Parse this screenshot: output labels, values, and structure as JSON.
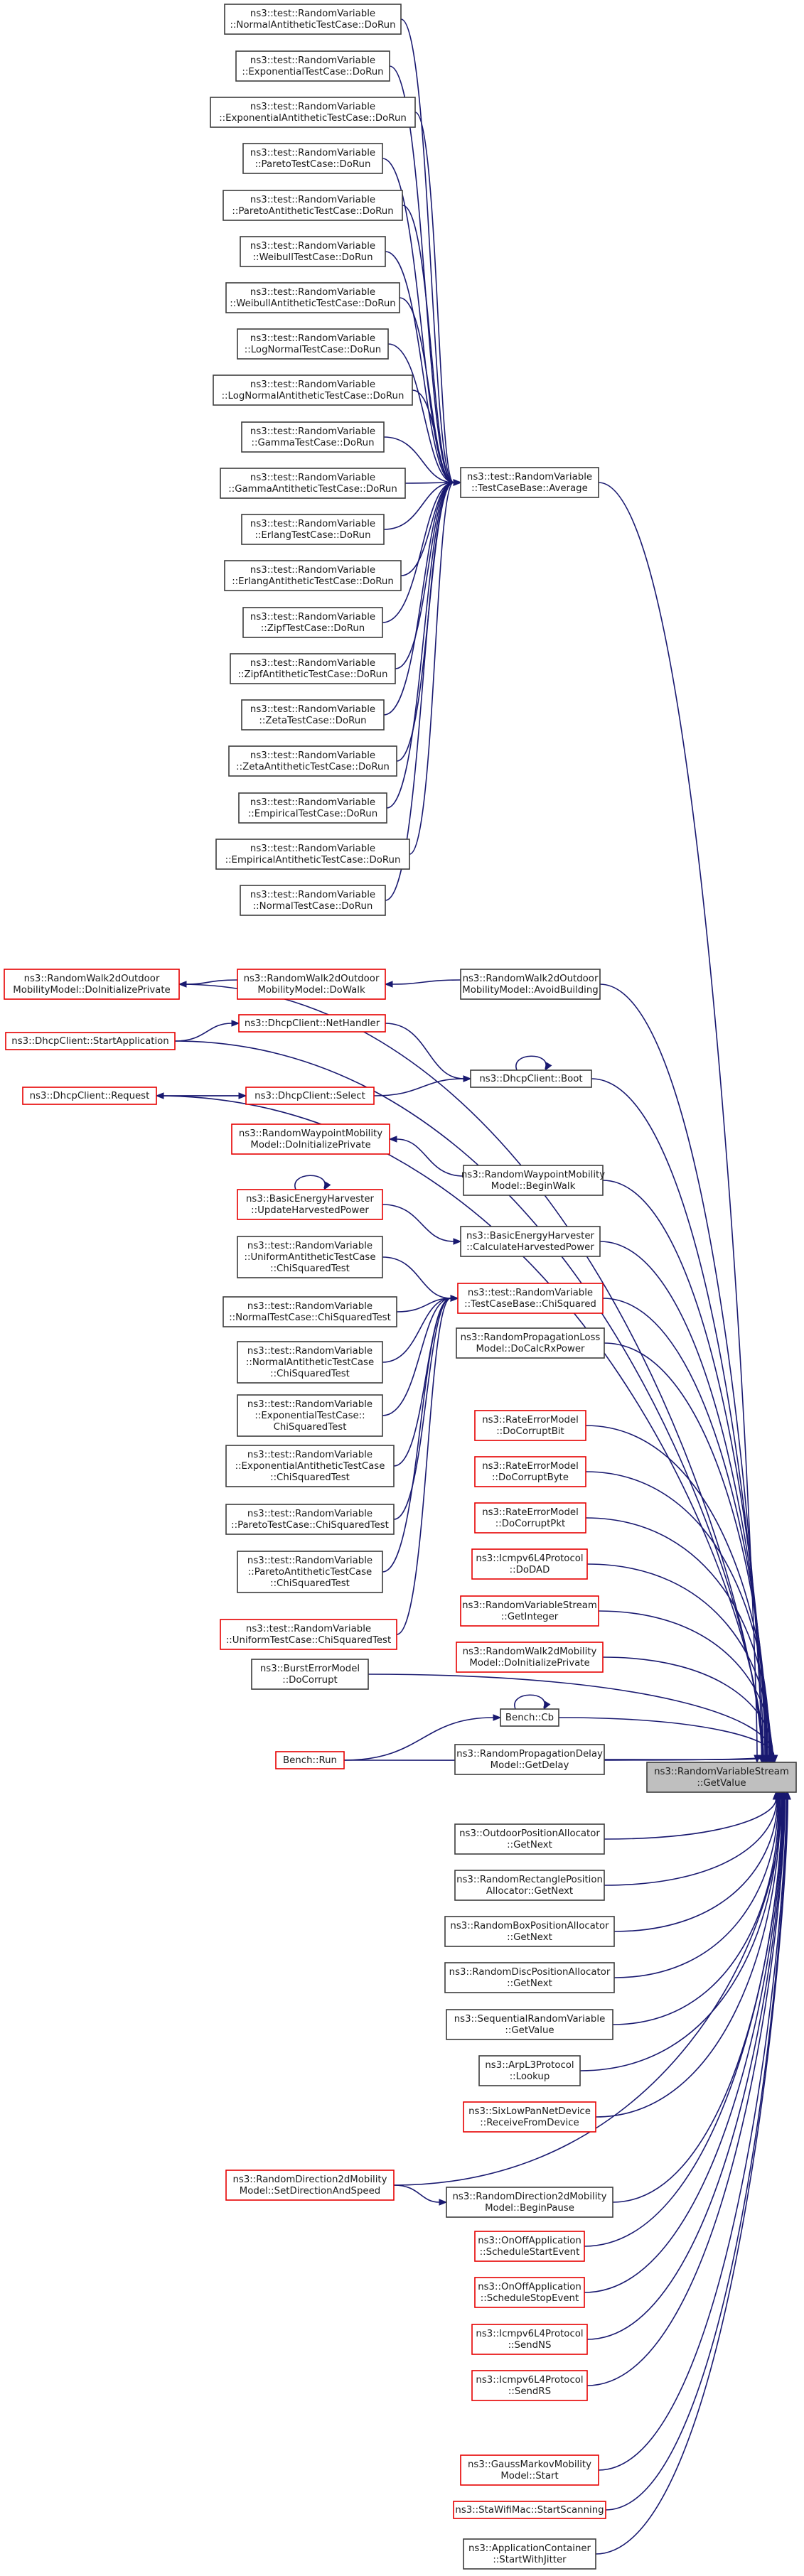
{
  "target": {
    "id": "target",
    "lines": [
      "ns3::RandomVariableStream",
      "::GetValue"
    ],
    "color": "gray"
  },
  "nodes": [
    {
      "id": "n1",
      "lines": [
        "ns3::test::RandomVariable",
        "::NormalAntitheticTestCase::DoRun"
      ],
      "color": "black"
    },
    {
      "id": "n2",
      "lines": [
        "ns3::test::RandomVariable",
        "::ExponentialTestCase::DoRun"
      ],
      "color": "black"
    },
    {
      "id": "n3",
      "lines": [
        "ns3::test::RandomVariable",
        "::ExponentialAntitheticTestCase::DoRun"
      ],
      "color": "black"
    },
    {
      "id": "n4",
      "lines": [
        "ns3::test::RandomVariable",
        "::ParetoTestCase::DoRun"
      ],
      "color": "black"
    },
    {
      "id": "n5",
      "lines": [
        "ns3::test::RandomVariable",
        "::ParetoAntitheticTestCase::DoRun"
      ],
      "color": "black"
    },
    {
      "id": "n6",
      "lines": [
        "ns3::test::RandomVariable",
        "::WeibullTestCase::DoRun"
      ],
      "color": "black"
    },
    {
      "id": "n7",
      "lines": [
        "ns3::test::RandomVariable",
        "::WeibullAntitheticTestCase::DoRun"
      ],
      "color": "black"
    },
    {
      "id": "n8",
      "lines": [
        "ns3::test::RandomVariable",
        "::LogNormalTestCase::DoRun"
      ],
      "color": "black"
    },
    {
      "id": "n9",
      "lines": [
        "ns3::test::RandomVariable",
        "::LogNormalAntitheticTestCase::DoRun"
      ],
      "color": "black"
    },
    {
      "id": "n10",
      "lines": [
        "ns3::test::RandomVariable",
        "::GammaTestCase::DoRun"
      ],
      "color": "black"
    },
    {
      "id": "n11",
      "lines": [
        "ns3::test::RandomVariable",
        "::GammaAntitheticTestCase::DoRun"
      ],
      "color": "black"
    },
    {
      "id": "n12",
      "lines": [
        "ns3::test::RandomVariable",
        "::ErlangTestCase::DoRun"
      ],
      "color": "black"
    },
    {
      "id": "n13",
      "lines": [
        "ns3::test::RandomVariable",
        "::ErlangAntitheticTestCase::DoRun"
      ],
      "color": "black"
    },
    {
      "id": "n14",
      "lines": [
        "ns3::test::RandomVariable",
        "::ZipfTestCase::DoRun"
      ],
      "color": "black"
    },
    {
      "id": "n15",
      "lines": [
        "ns3::test::RandomVariable",
        "::ZipfAntitheticTestCase::DoRun"
      ],
      "color": "black"
    },
    {
      "id": "n16",
      "lines": [
        "ns3::test::RandomVariable",
        "::ZetaTestCase::DoRun"
      ],
      "color": "black"
    },
    {
      "id": "n17",
      "lines": [
        "ns3::test::RandomVariable",
        "::ZetaAntitheticTestCase::DoRun"
      ],
      "color": "black"
    },
    {
      "id": "n18",
      "lines": [
        "ns3::test::RandomVariable",
        "::EmpiricalTestCase::DoRun"
      ],
      "color": "black"
    },
    {
      "id": "n19",
      "lines": [
        "ns3::test::RandomVariable",
        "::EmpiricalAntitheticTestCase::DoRun"
      ],
      "color": "black"
    },
    {
      "id": "n20",
      "lines": [
        "ns3::test::RandomVariable",
        "::NormalTestCase::DoRun"
      ],
      "color": "black"
    },
    {
      "id": "avg",
      "lines": [
        "ns3::test::RandomVariable",
        "::TestCaseBase::Average"
      ],
      "color": "black"
    },
    {
      "id": "rwinit",
      "lines": [
        "ns3::RandomWalk2dOutdoor",
        "MobilityModel::DoInitializePrivate"
      ],
      "color": "red"
    },
    {
      "id": "rwdowalk",
      "lines": [
        "ns3::RandomWalk2dOutdoor",
        "MobilityModel::DoWalk"
      ],
      "color": "red"
    },
    {
      "id": "rwavoid",
      "lines": [
        "ns3::RandomWalk2dOutdoor",
        "MobilityModel::AvoidBuilding"
      ],
      "color": "black"
    },
    {
      "id": "dhcpstart",
      "lines": [
        "ns3::DhcpClient::StartApplication"
      ],
      "color": "red"
    },
    {
      "id": "dhcpnet",
      "lines": [
        "ns3::DhcpClient::NetHandler"
      ],
      "color": "red"
    },
    {
      "id": "dhcpboot",
      "lines": [
        "ns3::DhcpClient::Boot"
      ],
      "color": "black"
    },
    {
      "id": "dhcpreq",
      "lines": [
        "ns3::DhcpClient::Request"
      ],
      "color": "red"
    },
    {
      "id": "dhcpsel",
      "lines": [
        "ns3::DhcpClient::Select"
      ],
      "color": "red"
    },
    {
      "id": "rwpinit",
      "lines": [
        "ns3::RandomWaypointMobility",
        "Model::DoInitializePrivate"
      ],
      "color": "red"
    },
    {
      "id": "rwpbegin",
      "lines": [
        "ns3::RandomWaypointMobility",
        "Model::BeginWalk"
      ],
      "color": "black"
    },
    {
      "id": "behupd",
      "lines": [
        "ns3::BasicEnergyHarvester",
        "::UpdateHarvestedPower"
      ],
      "color": "red"
    },
    {
      "id": "behcalc",
      "lines": [
        "ns3::BasicEnergyHarvester",
        "::CalculateHarvestedPower"
      ],
      "color": "black"
    },
    {
      "id": "uachi",
      "lines": [
        "ns3::test::RandomVariable",
        "::UniformAntitheticTestCase",
        "::ChiSquaredTest"
      ],
      "color": "black"
    },
    {
      "id": "nchi",
      "lines": [
        "ns3::test::RandomVariable",
        "::NormalTestCase::ChiSquaredTest"
      ],
      "color": "black"
    },
    {
      "id": "nachi",
      "lines": [
        "ns3::test::RandomVariable",
        "::NormalAntitheticTestCase",
        "::ChiSquaredTest"
      ],
      "color": "black"
    },
    {
      "id": "echi",
      "lines": [
        "ns3::test::RandomVariable",
        "::ExponentialTestCase::",
        "ChiSquaredTest"
      ],
      "color": "black"
    },
    {
      "id": "eachi",
      "lines": [
        "ns3::test::RandomVariable",
        "::ExponentialAntitheticTestCase",
        "::ChiSquaredTest"
      ],
      "color": "black"
    },
    {
      "id": "pchi",
      "lines": [
        "ns3::test::RandomVariable",
        "::ParetoTestCase::ChiSquaredTest"
      ],
      "color": "black"
    },
    {
      "id": "pachi",
      "lines": [
        "ns3::test::RandomVariable",
        "::ParetoAntitheticTestCase",
        "::ChiSquaredTest"
      ],
      "color": "black"
    },
    {
      "id": "uchi",
      "lines": [
        "ns3::test::RandomVariable",
        "::UniformTestCase::ChiSquaredTest"
      ],
      "color": "red"
    },
    {
      "id": "burst",
      "lines": [
        "ns3::BurstErrorModel",
        "::DoCorrupt"
      ],
      "color": "black"
    },
    {
      "id": "chisq",
      "lines": [
        "ns3::test::RandomVariable",
        "::TestCaseBase::ChiSquared"
      ],
      "color": "red"
    },
    {
      "id": "rploss",
      "lines": [
        "ns3::RandomPropagationLoss",
        "Model::DoCalcRxPower"
      ],
      "color": "black"
    },
    {
      "id": "rembit",
      "lines": [
        "ns3::RateErrorModel",
        "::DoCorruptBit"
      ],
      "color": "red"
    },
    {
      "id": "rembyte",
      "lines": [
        "ns3::RateErrorModel",
        "::DoCorruptByte"
      ],
      "color": "red"
    },
    {
      "id": "rempkt",
      "lines": [
        "ns3::RateErrorModel",
        "::DoCorruptPkt"
      ],
      "color": "red"
    },
    {
      "id": "icdad",
      "lines": [
        "ns3::Icmpv6L4Protocol",
        "::DoDAD"
      ],
      "color": "red"
    },
    {
      "id": "rvsint",
      "lines": [
        "ns3::RandomVariableStream",
        "::GetInteger"
      ],
      "color": "red"
    },
    {
      "id": "rw2dinit",
      "lines": [
        "ns3::RandomWalk2dMobility",
        "Model::DoInitializePrivate"
      ],
      "color": "red"
    },
    {
      "id": "benchcb",
      "lines": [
        "Bench::Cb"
      ],
      "color": "black"
    },
    {
      "id": "benchrun",
      "lines": [
        "Bench::Run"
      ],
      "color": "red"
    },
    {
      "id": "rpdelay",
      "lines": [
        "ns3::RandomPropagationDelay",
        "Model::GetDelay"
      ],
      "color": "black"
    },
    {
      "id": "outpos",
      "lines": [
        "ns3::OutdoorPositionAllocator",
        "::GetNext"
      ],
      "color": "black"
    },
    {
      "id": "rectpos",
      "lines": [
        "ns3::RandomRectanglePosition",
        "Allocator::GetNext"
      ],
      "color": "black"
    },
    {
      "id": "boxpos",
      "lines": [
        "ns3::RandomBoxPositionAllocator",
        "::GetNext"
      ],
      "color": "black"
    },
    {
      "id": "discpos",
      "lines": [
        "ns3::RandomDiscPositionAllocator",
        "::GetNext"
      ],
      "color": "black"
    },
    {
      "id": "seqrv",
      "lines": [
        "ns3::SequentialRandomVariable",
        "::GetValue"
      ],
      "color": "black"
    },
    {
      "id": "arp",
      "lines": [
        "ns3::ArpL3Protocol",
        "::Lookup"
      ],
      "color": "black"
    },
    {
      "id": "sixlow",
      "lines": [
        "ns3::SixLowPanNetDevice",
        "::ReceiveFromDevice"
      ],
      "color": "red"
    },
    {
      "id": "rdsetdir",
      "lines": [
        "ns3::RandomDirection2dMobility",
        "Model::SetDirectionAndSpeed"
      ],
      "color": "red"
    },
    {
      "id": "rdbegin",
      "lines": [
        "ns3::RandomDirection2dMobility",
        "Model::BeginPause"
      ],
      "color": "black"
    },
    {
      "id": "oostart",
      "lines": [
        "ns3::OnOffApplication",
        "::ScheduleStartEvent"
      ],
      "color": "red"
    },
    {
      "id": "oostop",
      "lines": [
        "ns3::OnOffApplication",
        "::ScheduleStopEvent"
      ],
      "color": "red"
    },
    {
      "id": "icns",
      "lines": [
        "ns3::Icmpv6L4Protocol",
        "::SendNS"
      ],
      "color": "red"
    },
    {
      "id": "icrs",
      "lines": [
        "ns3::Icmpv6L4Protocol",
        "::SendRS"
      ],
      "color": "red"
    },
    {
      "id": "gmstart",
      "lines": [
        "ns3::GaussMarkovMobility",
        "Model::Start"
      ],
      "color": "red"
    },
    {
      "id": "stawifi",
      "lines": [
        "ns3::StaWifiMac::StartScanning"
      ],
      "color": "red"
    },
    {
      "id": "appcont",
      "lines": [
        "ns3::ApplicationContainer",
        "::StartWithJitter"
      ],
      "color": "black"
    }
  ],
  "edges": [
    [
      "avg",
      "target"
    ],
    [
      "rwavoid",
      "target"
    ],
    [
      "rwinit",
      "target"
    ],
    [
      "dhcpboot",
      "target"
    ],
    [
      "dhcpstart",
      "target"
    ],
    [
      "dhcpreq",
      "target"
    ],
    [
      "rwpbegin",
      "target"
    ],
    [
      "behcalc",
      "target"
    ],
    [
      "chisq",
      "target"
    ],
    [
      "rploss",
      "target"
    ],
    [
      "rembit",
      "target"
    ],
    [
      "rembyte",
      "target"
    ],
    [
      "rempkt",
      "target"
    ],
    [
      "icdad",
      "target"
    ],
    [
      "rvsint",
      "target"
    ],
    [
      "rw2dinit",
      "target"
    ],
    [
      "benchcb",
      "target"
    ],
    [
      "benchrun",
      "target"
    ],
    [
      "rpdelay",
      "target"
    ],
    [
      "outpos",
      "target"
    ],
    [
      "rectpos",
      "target"
    ],
    [
      "boxpos",
      "target"
    ],
    [
      "discpos",
      "target"
    ],
    [
      "seqrv",
      "target"
    ],
    [
      "arp",
      "target"
    ],
    [
      "sixlow",
      "target"
    ],
    [
      "rdbegin",
      "target"
    ],
    [
      "rdsetdir",
      "target"
    ],
    [
      "oostart",
      "target"
    ],
    [
      "oostop",
      "target"
    ],
    [
      "icns",
      "target"
    ],
    [
      "icrs",
      "target"
    ],
    [
      "gmstart",
      "target"
    ],
    [
      "stawifi",
      "target"
    ],
    [
      "appcont",
      "target"
    ],
    [
      "burst",
      "target"
    ],
    [
      "n1",
      "avg"
    ],
    [
      "n2",
      "avg"
    ],
    [
      "n3",
      "avg"
    ],
    [
      "n4",
      "avg"
    ],
    [
      "n5",
      "avg"
    ],
    [
      "n6",
      "avg"
    ],
    [
      "n7",
      "avg"
    ],
    [
      "n8",
      "avg"
    ],
    [
      "n9",
      "avg"
    ],
    [
      "n10",
      "avg"
    ],
    [
      "n11",
      "avg"
    ],
    [
      "n12",
      "avg"
    ],
    [
      "n13",
      "avg"
    ],
    [
      "n14",
      "avg"
    ],
    [
      "n15",
      "avg"
    ],
    [
      "n16",
      "avg"
    ],
    [
      "n17",
      "avg"
    ],
    [
      "n18",
      "avg"
    ],
    [
      "n19",
      "avg"
    ],
    [
      "n20",
      "avg"
    ],
    [
      "rwavoid",
      "rwdowalk"
    ],
    [
      "rwdowalk",
      "rwinit"
    ],
    [
      "dhcpnet",
      "dhcpboot"
    ],
    [
      "dhcpsel",
      "dhcpboot"
    ],
    [
      "dhcpboot",
      "dhcpboot"
    ],
    [
      "dhcpstart",
      "dhcpnet"
    ],
    [
      "dhcpsel",
      "dhcpreq"
    ],
    [
      "dhcpreq",
      "dhcpsel"
    ],
    [
      "rwpbegin",
      "rwpinit"
    ],
    [
      "behupd",
      "behupd"
    ],
    [
      "behupd",
      "behcalc"
    ],
    [
      "uachi",
      "chisq"
    ],
    [
      "nchi",
      "chisq"
    ],
    [
      "nachi",
      "chisq"
    ],
    [
      "echi",
      "chisq"
    ],
    [
      "eachi",
      "chisq"
    ],
    [
      "pchi",
      "chisq"
    ],
    [
      "pachi",
      "chisq"
    ],
    [
      "uchi",
      "chisq"
    ],
    [
      "benchrun",
      "benchcb"
    ],
    [
      "benchcb",
      "benchcb"
    ],
    [
      "rdsetdir",
      "rdbegin"
    ]
  ]
}
